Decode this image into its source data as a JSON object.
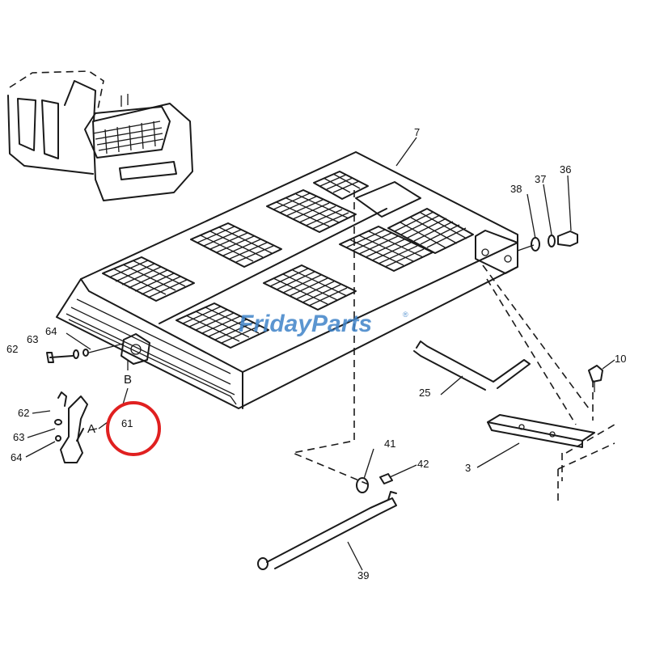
{
  "watermark": {
    "part1": "Friday",
    "part2": "Parts",
    "reg": "®",
    "color_primary": "#3f83c8",
    "color_accent": "#f0a020"
  },
  "labels": {
    "l7": "7",
    "l36": "36",
    "l37": "37",
    "l38": "38",
    "l10": "10",
    "l25": "25",
    "l3": "3",
    "l41": "41",
    "l42": "42",
    "l39": "39",
    "l64a": "64",
    "l63a": "63",
    "l62a": "62",
    "l62b": "62",
    "l63b": "63",
    "l64b": "64",
    "l61": "61",
    "lA": "A",
    "lB": "B"
  },
  "highlight": {
    "color": "#e02020",
    "target": "61"
  }
}
